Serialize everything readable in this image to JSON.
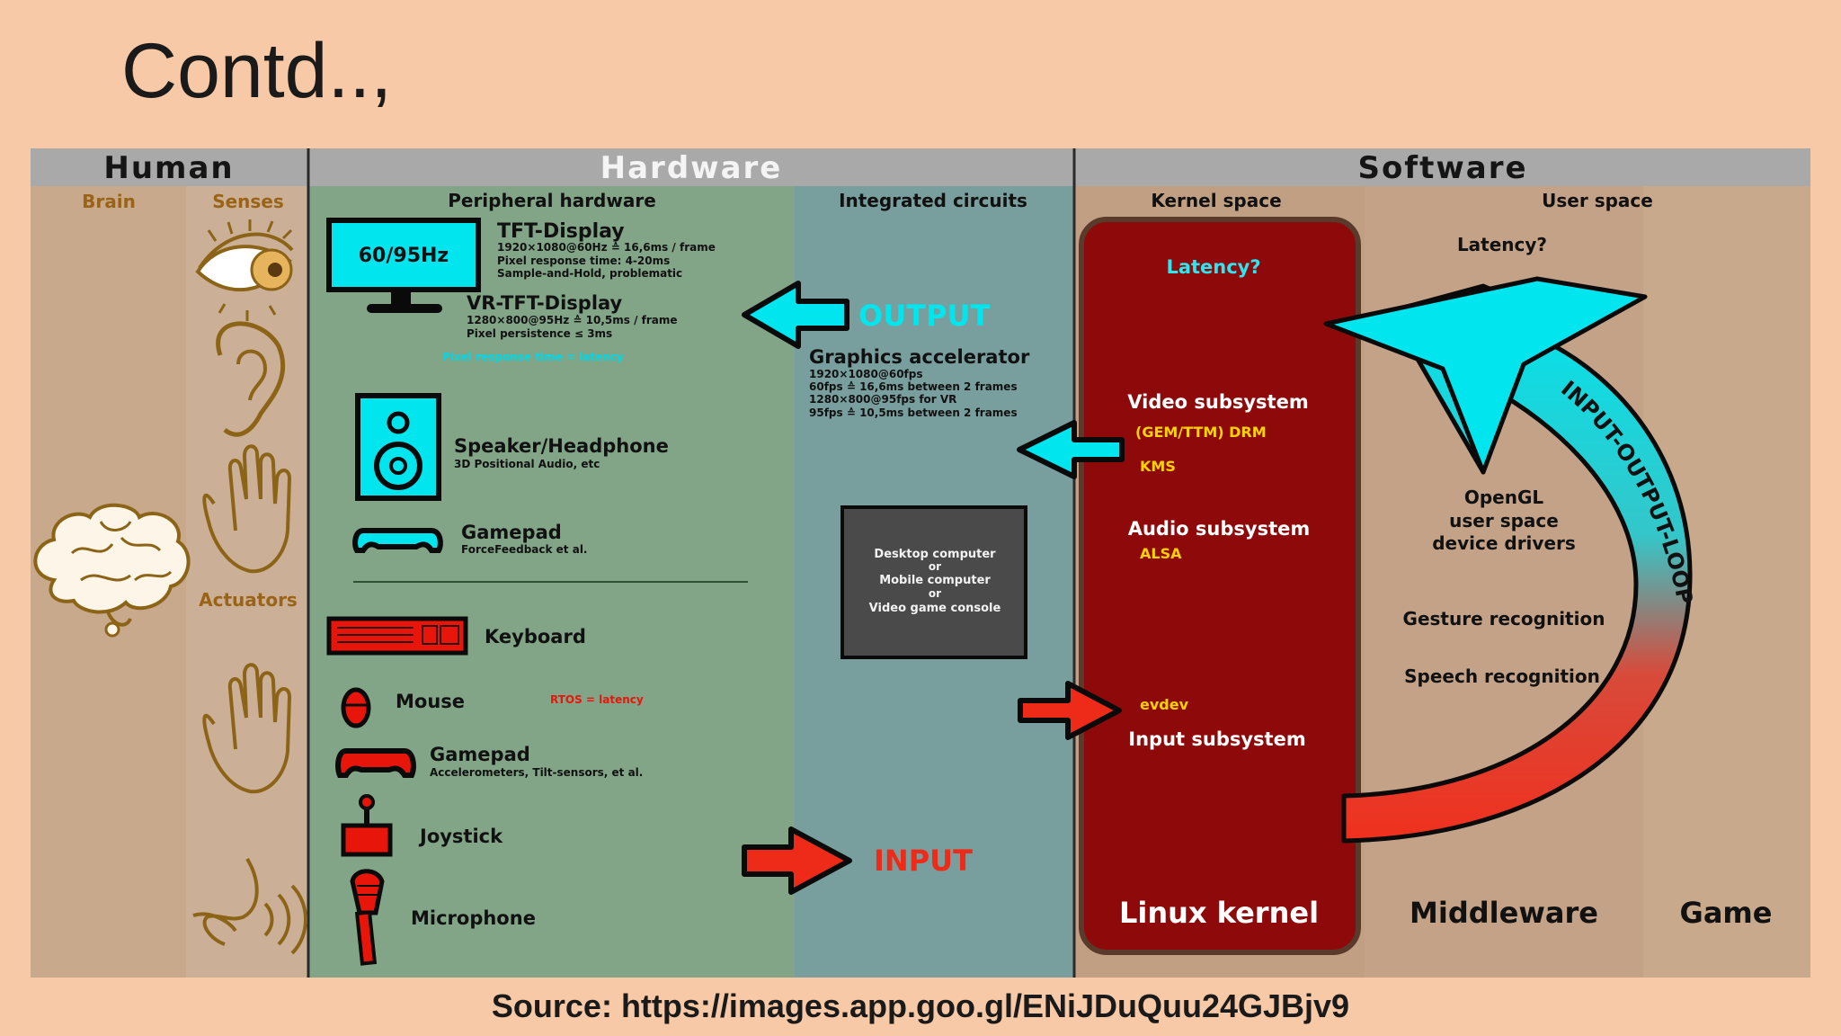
{
  "slide": {
    "title": "Contd..,",
    "source": "Source: https://images.app.goo.gl/ENiJDuQuu24GJBjv9"
  },
  "colors": {
    "background": "#f8c9a6",
    "header": "#a9a9a9",
    "human": "#c8a98b",
    "peripheral": "#82a588",
    "integrated": "#789f9e",
    "kernel_space": "#c19f83",
    "user_space": "#c19f83",
    "kernel_box": "#8e0a0a",
    "cyan": "#00e5ee",
    "red": "#ee2a18",
    "yellow": "#ffd200"
  },
  "diagram": {
    "headers": {
      "human": "Human",
      "hardware": "Hardware",
      "software": "Software"
    },
    "subheaders": {
      "brain": "Brain",
      "senses": "Senses",
      "actuators": "Actuators",
      "peripheral": "Peripheral hardware",
      "integrated": "Integrated circuits",
      "kernel_space": "Kernel space",
      "user_space": "User space"
    },
    "monitor_label": "60/95Hz",
    "tft": {
      "title": "TFT-Display",
      "lines": [
        "1920×1080@60Hz ≙ 16,6ms / frame",
        "Pixel response time: 4-20ms",
        "Sample-and-Hold, problematic"
      ]
    },
    "vr_tft": {
      "title": "VR-TFT-Display",
      "lines": [
        "1280×800@95Hz ≙ 10,5ms / frame",
        "Pixel persistence ≤ 3ms"
      ]
    },
    "pixel_note": "Pixel response time = latency",
    "speaker": {
      "title": "Speaker/Headphone",
      "sub": "3D Positional Audio, etc"
    },
    "gamepad_out": {
      "title": "Gamepad",
      "sub": "ForceFeedback et al."
    },
    "keyboard": "Keyboard",
    "mouse": "Mouse",
    "rtos_note": "RTOS = latency",
    "gamepad_in": {
      "title": "Gamepad",
      "sub": "Accelerometers, Tilt-sensors, et al."
    },
    "joystick": "Joystick",
    "microphone": "Microphone",
    "output_label": "OUTPUT",
    "input_label": "INPUT",
    "graphics": {
      "title": "Graphics accelerator",
      "lines": [
        "1920×1080@60fps",
        "60fps ≙ 16,6ms between 2 frames",
        "1280×800@95fps for VR",
        "95fps ≙ 10,5ms between 2 frames"
      ]
    },
    "computer_box": [
      "Desktop computer",
      "or",
      "Mobile computer",
      "or",
      "Video game console"
    ],
    "kernel": {
      "latency": "Latency?",
      "video": "Video subsystem",
      "drm": "(GEM/TTM) DRM",
      "kms": "KMS",
      "audio": "Audio subsystem",
      "alsa": "ALSA",
      "evdev": "evdev",
      "input": "Input subsystem",
      "title": "Linux kernel"
    },
    "user": {
      "latency": "Latency?",
      "opengl": [
        "OpenGL",
        "user space",
        "device drivers"
      ],
      "gesture": "Gesture recognition",
      "speech": "Speech recognition",
      "loop": "INPUT-OUTPUT-LOOP",
      "middleware": "Middleware",
      "game": "Game"
    }
  }
}
